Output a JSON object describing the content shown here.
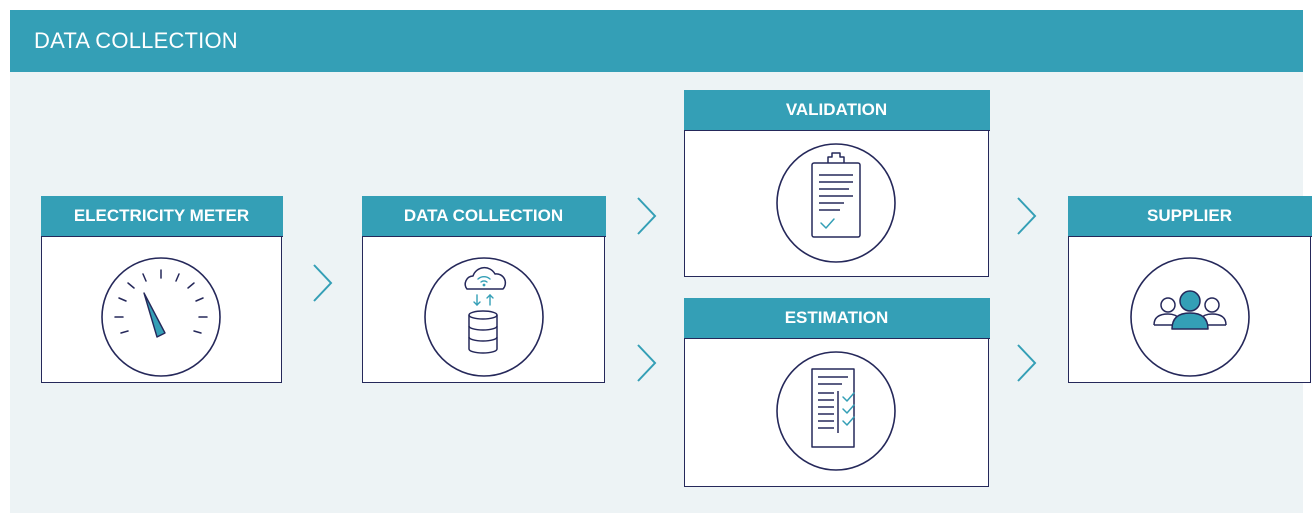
{
  "header": {
    "title": "DATA COLLECTION"
  },
  "stages": {
    "meter": {
      "label": "ELECTRICITY METER"
    },
    "collection": {
      "label": "DATA COLLECTION"
    },
    "validation": {
      "label": "VALIDATION"
    },
    "estimation": {
      "label": "ESTIMATION"
    },
    "supplier": {
      "label": "SUPPLIER"
    }
  },
  "colors": {
    "accent": "#349fb6",
    "outline": "#25285a",
    "background": "#edf3f5"
  }
}
